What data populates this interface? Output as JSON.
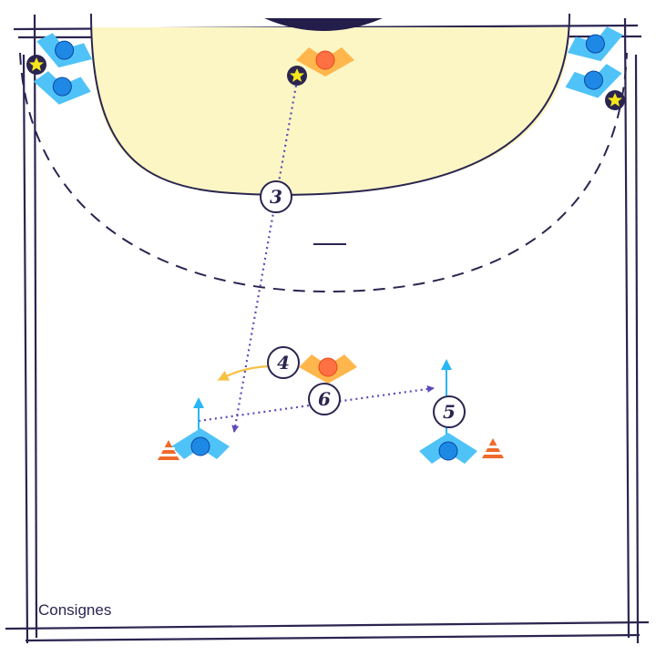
{
  "caption": "Consignes",
  "steps": [
    "3",
    "4",
    "5",
    "6"
  ],
  "colors": {
    "line": "#2a2550",
    "goal_area": "#fbf6c4",
    "attacker": "#1e88e5",
    "attacker_outline": "#4fc3f7",
    "defender": "#ff7043",
    "defender_outline": "#ffb74d",
    "star": "#f5e61b",
    "pass": "#5b4bb8",
    "run_blue": "#29b6f6",
    "run_yellow": "#f5c242",
    "cone": "#f06a2a"
  },
  "icons": [
    "attacker-icon",
    "defender-icon",
    "star-icon",
    "cone-icon",
    "goal-icon"
  ]
}
